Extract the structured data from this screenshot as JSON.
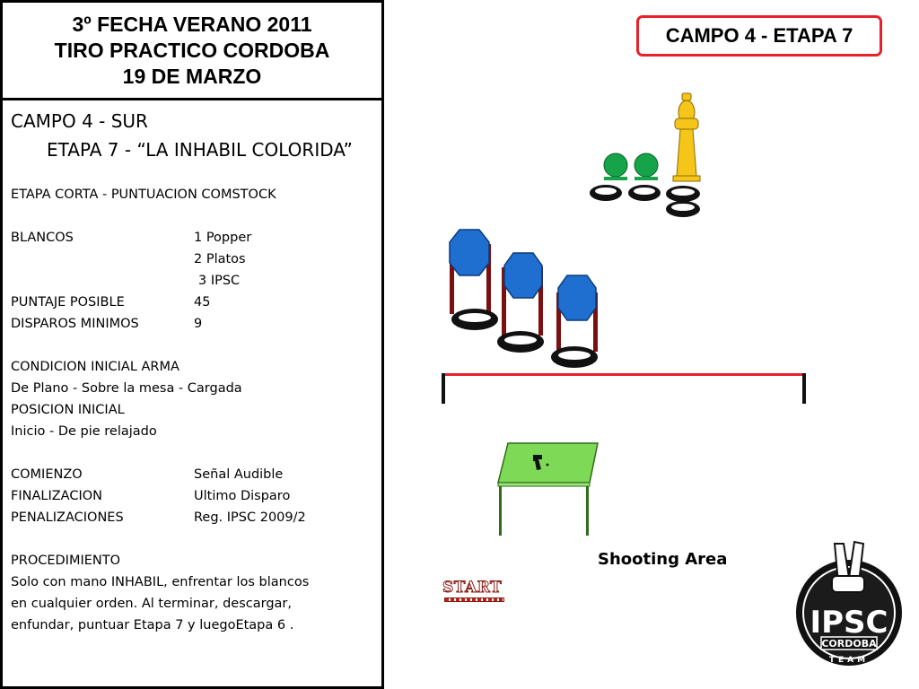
{
  "header": {
    "line1": "3º FECHA VERANO 2011",
    "line2": "TIRO PRACTICO CORDOBA",
    "line3": "19 DE MARZO"
  },
  "badge": "CAMPO 4 - ETAPA 7",
  "stage_info": {
    "title": "CAMPO 4 - SUR",
    "subtitle": "ETAPA 7 - “LA INHABIL COLORIDA”",
    "type": "ETAPA CORTA - PUNTUACION COMSTOCK",
    "blancos_label": "BLANCOS",
    "blancos": [
      "1 Popper",
      "2 Platos",
      "3 IPSC"
    ],
    "puntaje_label": "PUNTAJE POSIBLE",
    "puntaje": "45",
    "disparos_label": "DISPAROS MINIMOS",
    "disparos": "9",
    "condicion_label": "CONDICION INICIAL ARMA",
    "condicion": "De Plano - Sobre la mesa - Cargada",
    "posicion_label": "POSICION INICIAL",
    "posicion": "Inicio - De pie relajado",
    "comienzo_label": "COMIENZO",
    "comienzo": "Señal Audible",
    "finalizacion_label": "FINALIZACION",
    "finalizacion": "Ultimo Disparo",
    "penalizaciones_label": "PENALIZACIONES",
    "penalizaciones": "Reg. IPSC 2009/2",
    "procedimiento_label": "PROCEDIMIENTO",
    "procedimiento": [
      "Solo con mano INHABIL, enfrentar los blancos",
      "en cualquier orden.  Al terminar, descargar,",
      "enfundar, puntuar Etapa 7 y luegoEtapa 6 ."
    ]
  },
  "diagram": {
    "shooting_area": "Shooting Area",
    "start": "START"
  },
  "logo": {
    "main": "IPSC",
    "sub": "CORDOBA",
    "ring": "TEAM"
  },
  "colors": {
    "badge_border": "#e8222a",
    "plate_green": "#16a34a",
    "popper_yellow": "#f5c51a",
    "ipsc_blue": "#1f6fd1",
    "stand_red": "#7a1010",
    "fault_line": "#e8222a",
    "table_green": "#7ed957"
  }
}
